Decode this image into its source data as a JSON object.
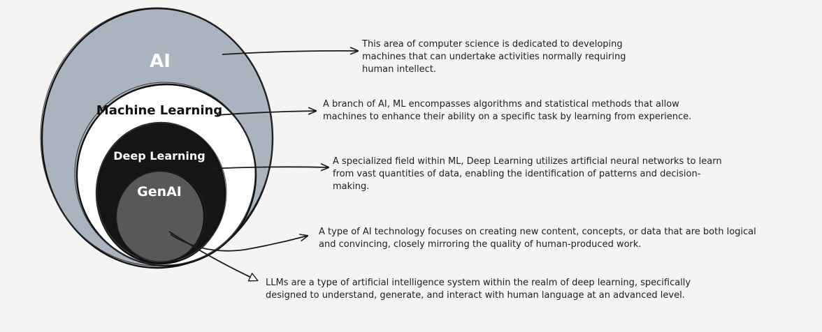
{
  "layers": [
    {
      "label": "AI",
      "fill": "#a9b4bf",
      "label_color": "#ffffff",
      "description": "This area of computer science is dedicated to developing machines that can undertake activities normally requiring human intellect."
    },
    {
      "label": "Machine Learning",
      "fill": "#ffffff",
      "label_color": "#111111",
      "description": "A branch of AI, ML encompasses algorithms and statistical methods that allow machines to enhance their ability on a specific task by learning from experience."
    },
    {
      "label": "Deep Learning",
      "fill": "#151515",
      "label_color": "#ffffff",
      "description": "A specialized field within ML, Deep Learning utilizes artificial neural networks to learn from vast quantities of data, enabling the identification of patterns and decision-making."
    },
    {
      "label": "GenAI",
      "fill": "#585858",
      "label_color": "#ffffff",
      "description": "A type of AI technology focuses on creating new content, concepts, or data that are both logical and convincing, closely mirroring the quality of human-produced work."
    }
  ],
  "llm_note": "LLMs are a type of artificial intelligence system within the realm of deep learning, specifically designed to understand, generate, and interact with human language at an advanced level."
}
